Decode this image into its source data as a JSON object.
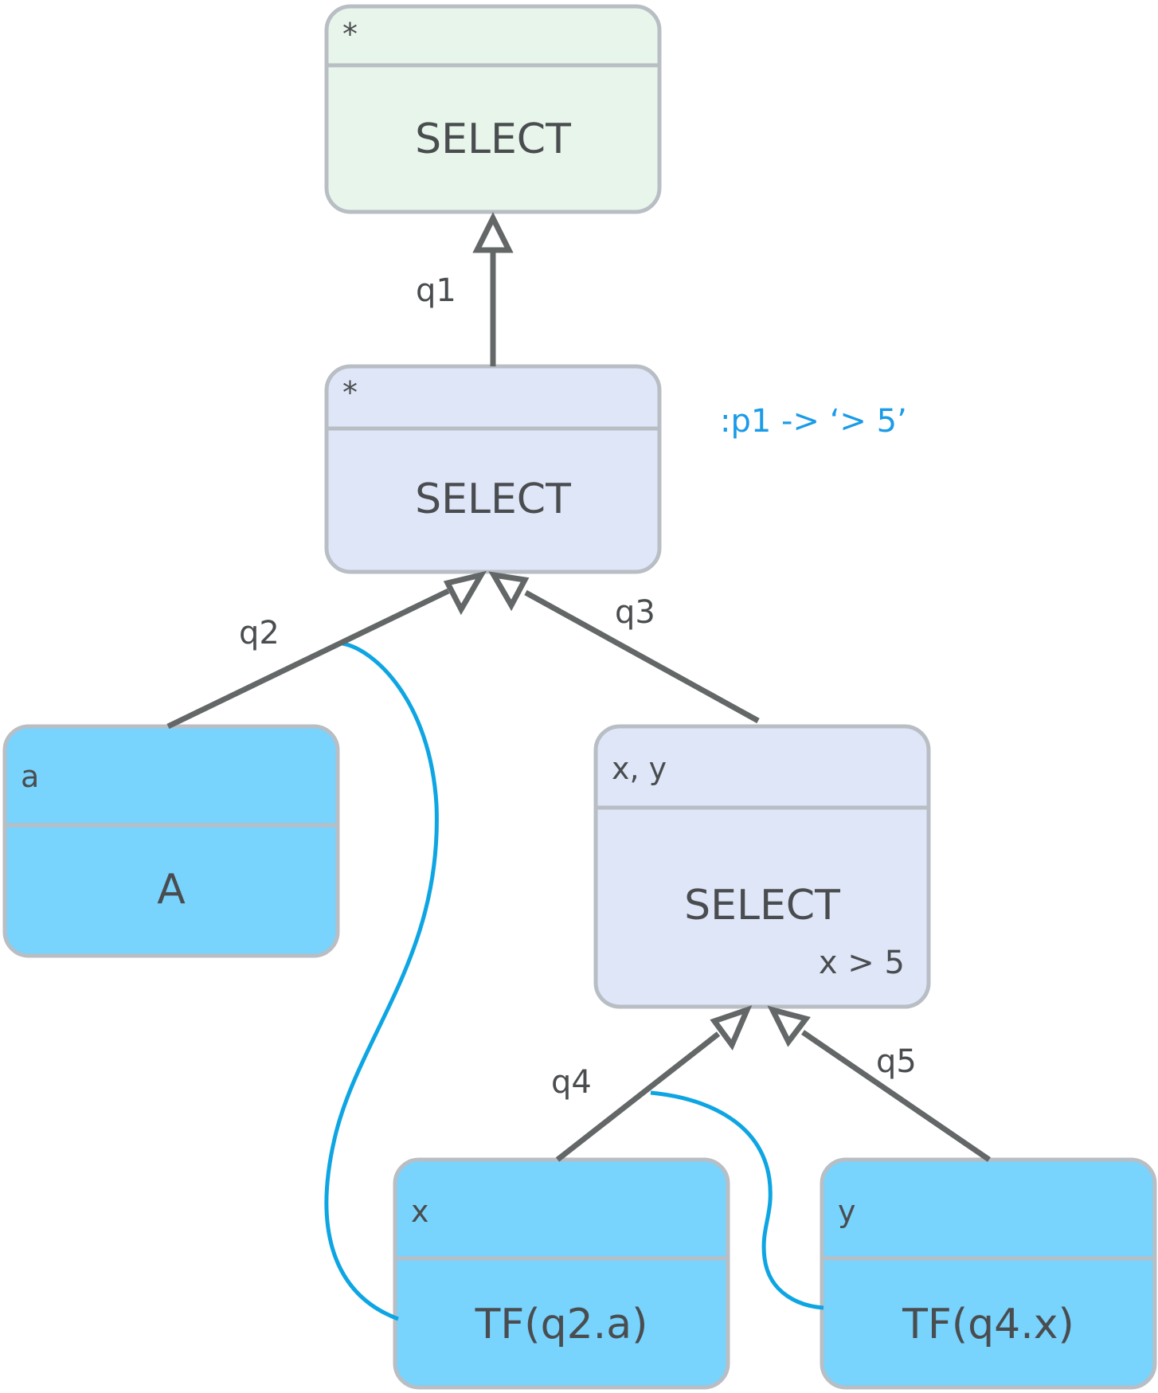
{
  "colors": {
    "select_top_fill": "#e8f5ea",
    "select_fill": "#dfe6f7",
    "leaf_fill": "#78d3fd",
    "border": "#b8bec4",
    "edge": "#646768",
    "link": "#0ea5e3",
    "param": "#1a9be8",
    "text": "#4a4d4f"
  },
  "nodes": {
    "select_top": {
      "header": "*",
      "body": "SELECT"
    },
    "select_mid": {
      "header": "*",
      "body": "SELECT"
    },
    "table_a": {
      "header": "a",
      "body": "A"
    },
    "select_xy": {
      "header": "x, y",
      "body": "SELECT",
      "condition": "x > 5"
    },
    "tf_x": {
      "header": "x",
      "body": "TF(q2.a)"
    },
    "tf_y": {
      "header": "y",
      "body": "TF(q4.x)"
    }
  },
  "edges": {
    "q1": "q1",
    "q2": "q2",
    "q3": "q3",
    "q4": "q4",
    "q5": "q5"
  },
  "param_annotation": ":p1 -> ‘> 5’"
}
